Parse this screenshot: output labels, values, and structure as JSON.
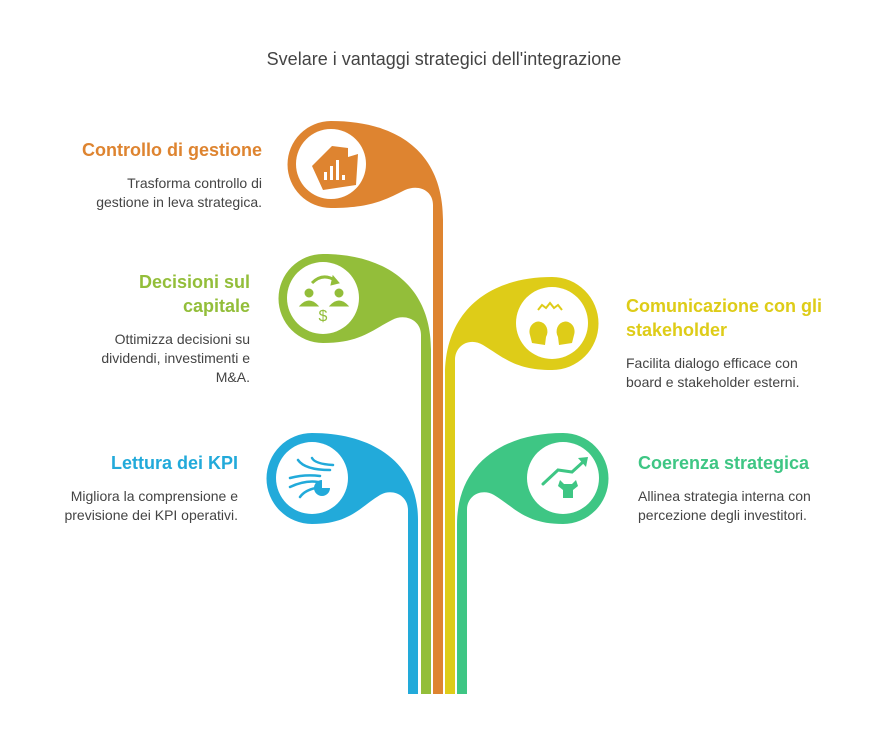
{
  "title": "Svelare i vantaggi strategici dell'integrazione",
  "items": [
    {
      "title": "Controllo di gestione",
      "text": "Trasforma controllo di gestione in leva strategica.",
      "color": "#DE8430",
      "icon": "chart-box-icon"
    },
    {
      "title": "Decisioni sul capitale",
      "text": "Ottimizza decisioni su dividendi, investimenti e M&A.",
      "color": "#93BE3A",
      "icon": "capital-exchange-icon"
    },
    {
      "title": "Comunicazione con gli stakeholder",
      "text": "Facilita dialogo efficace con board e stakeholder esterni.",
      "color": "#DECC18",
      "icon": "dialogue-heads-icon"
    },
    {
      "title": "Lettura dei KPI",
      "text": "Migliora la comprensione e previsione dei KPI operativi.",
      "color": "#22AADA",
      "icon": "kpi-flow-icon"
    },
    {
      "title": "Coerenza strategica",
      "text": "Allinea strategia interna con percezione degli investitori.",
      "color": "#3EC684",
      "icon": "bull-trend-icon"
    }
  ]
}
